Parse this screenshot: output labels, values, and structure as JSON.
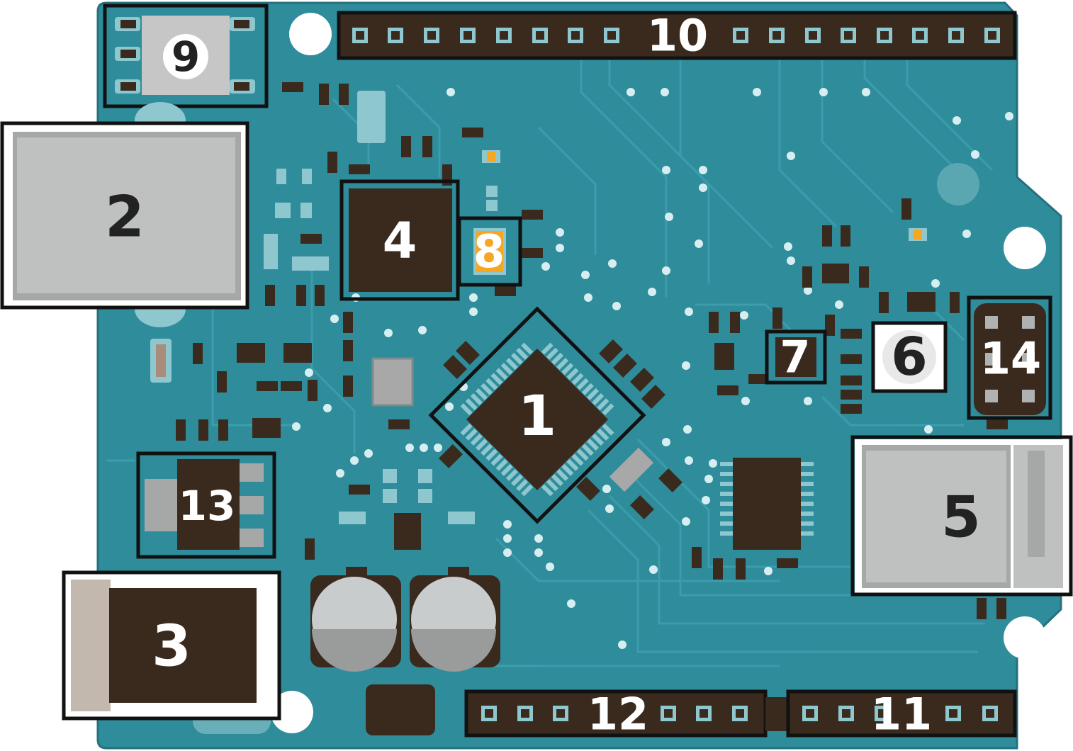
{
  "colors": {
    "board": "#2f8c9b",
    "board_edge": "#25707c",
    "trace": "#3ea1af",
    "trace_dark": "#24707b",
    "pad": "#8fc7cf",
    "chip": "#3a2a1e",
    "metal": "#b4b6b6",
    "metal_dark": "#8f9191",
    "hole": "#ffffff",
    "led": "#f5a623",
    "outline": "#111111",
    "label_light": "#ffffff",
    "label_dark": "#222222"
  },
  "components": [
    {
      "key": "c1",
      "label": "1"
    },
    {
      "key": "c2",
      "label": "2"
    },
    {
      "key": "c3",
      "label": "3"
    },
    {
      "key": "c4",
      "label": "4"
    },
    {
      "key": "c5",
      "label": "5"
    },
    {
      "key": "c6",
      "label": "6"
    },
    {
      "key": "c7",
      "label": "7"
    },
    {
      "key": "c8",
      "label": "8"
    },
    {
      "key": "c9",
      "label": "9"
    },
    {
      "key": "c10",
      "label": "10"
    },
    {
      "key": "c11",
      "label": "11"
    },
    {
      "key": "c12",
      "label": "12"
    },
    {
      "key": "c13",
      "label": "13"
    },
    {
      "key": "c14",
      "label": "14"
    }
  ]
}
